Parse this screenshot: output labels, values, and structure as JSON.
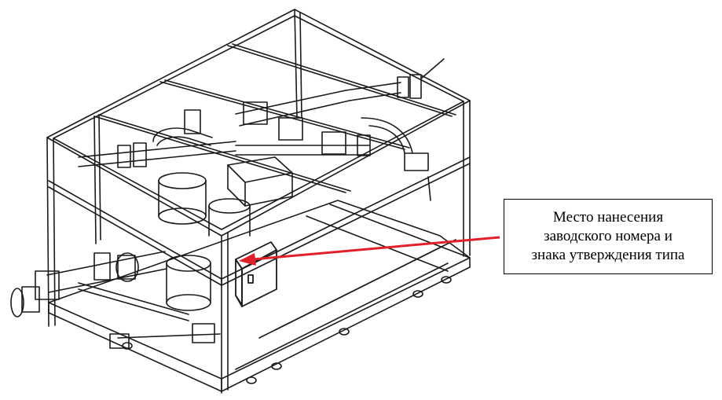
{
  "callout": {
    "line1": "Место нанесения",
    "line2": "заводского номера и",
    "line3": "знака утверждения типа"
  },
  "colors": {
    "line": "#1a1a1a",
    "callout_arrow": "#e0202a",
    "background": "#ffffff"
  }
}
